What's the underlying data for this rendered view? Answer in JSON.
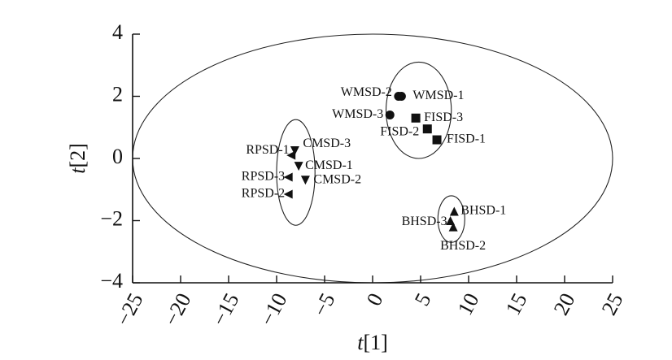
{
  "chart_data": {
    "type": "scatter",
    "xlabel": "t[1]",
    "xlabel_parts": {
      "italic": "t",
      "suffix": "[1]"
    },
    "ylabel": "t[2]",
    "ylabel_parts": {
      "italic": "t",
      "suffix": "[2]"
    },
    "xlim": [
      -25,
      25
    ],
    "ylim": [
      -4,
      4
    ],
    "xticks": [
      -25,
      -20,
      -15,
      -10,
      -5,
      0,
      5,
      10,
      15,
      20,
      25
    ],
    "xtick_labels": [
      "−25",
      "−20",
      "−15",
      "−10",
      "−5",
      "0",
      "5",
      "10",
      "15",
      "20",
      "25"
    ],
    "yticks": [
      -4,
      -2,
      0,
      2,
      4
    ],
    "ytick_labels": [
      "−4",
      "−2",
      "0",
      "2",
      "4"
    ],
    "grid": false,
    "points": [
      {
        "label": "WMSD-1",
        "x": 3.0,
        "y": 2.0,
        "marker": "circle"
      },
      {
        "label": "WMSD-2",
        "x": 2.7,
        "y": 2.0,
        "marker": "circle"
      },
      {
        "label": "WMSD-3",
        "x": 1.8,
        "y": 1.4,
        "marker": "circle"
      },
      {
        "label": "FISD-1",
        "x": 6.7,
        "y": 0.6,
        "marker": "square"
      },
      {
        "label": "FISD-2",
        "x": 5.7,
        "y": 0.95,
        "marker": "square"
      },
      {
        "label": "FISD-3",
        "x": 4.5,
        "y": 1.3,
        "marker": "square"
      },
      {
        "label": "CMSD-1",
        "x": -7.7,
        "y": -0.25,
        "marker": "triangle-down"
      },
      {
        "label": "CMSD-2",
        "x": -7.0,
        "y": -0.7,
        "marker": "triangle-down"
      },
      {
        "label": "CMSD-3",
        "x": -8.1,
        "y": 0.25,
        "marker": "triangle-down"
      },
      {
        "label": "RPSD-1",
        "x": -8.5,
        "y": 0.1,
        "marker": "triangle-left"
      },
      {
        "label": "RPSD-2",
        "x": -8.8,
        "y": -1.15,
        "marker": "triangle-left"
      },
      {
        "label": "RPSD-3",
        "x": -8.8,
        "y": -0.6,
        "marker": "triangle-left"
      },
      {
        "label": "BHSD-1",
        "x": 8.5,
        "y": -1.7,
        "marker": "triangle-up"
      },
      {
        "label": "BHSD-2",
        "x": 8.4,
        "y": -2.2,
        "marker": "triangle-up"
      },
      {
        "label": "BHSD-3",
        "x": 8.1,
        "y": -2.0,
        "marker": "triangle-up"
      }
    ],
    "ellipses": [
      {
        "name": "hotelling-ellipse",
        "cx": 0,
        "cy": 0,
        "rx": 25,
        "ry": 4
      },
      {
        "name": "wmsd-fisd-group",
        "cx": 4.8,
        "cy": 1.55,
        "rx": 3.4,
        "ry": 1.55
      },
      {
        "name": "cmsd-rpsd-group",
        "cx": -8.0,
        "cy": -0.45,
        "rx": 2.0,
        "ry": 1.7
      },
      {
        "name": "bhsd-group",
        "cx": 8.2,
        "cy": -1.95,
        "rx": 1.4,
        "ry": 0.75
      }
    ]
  }
}
